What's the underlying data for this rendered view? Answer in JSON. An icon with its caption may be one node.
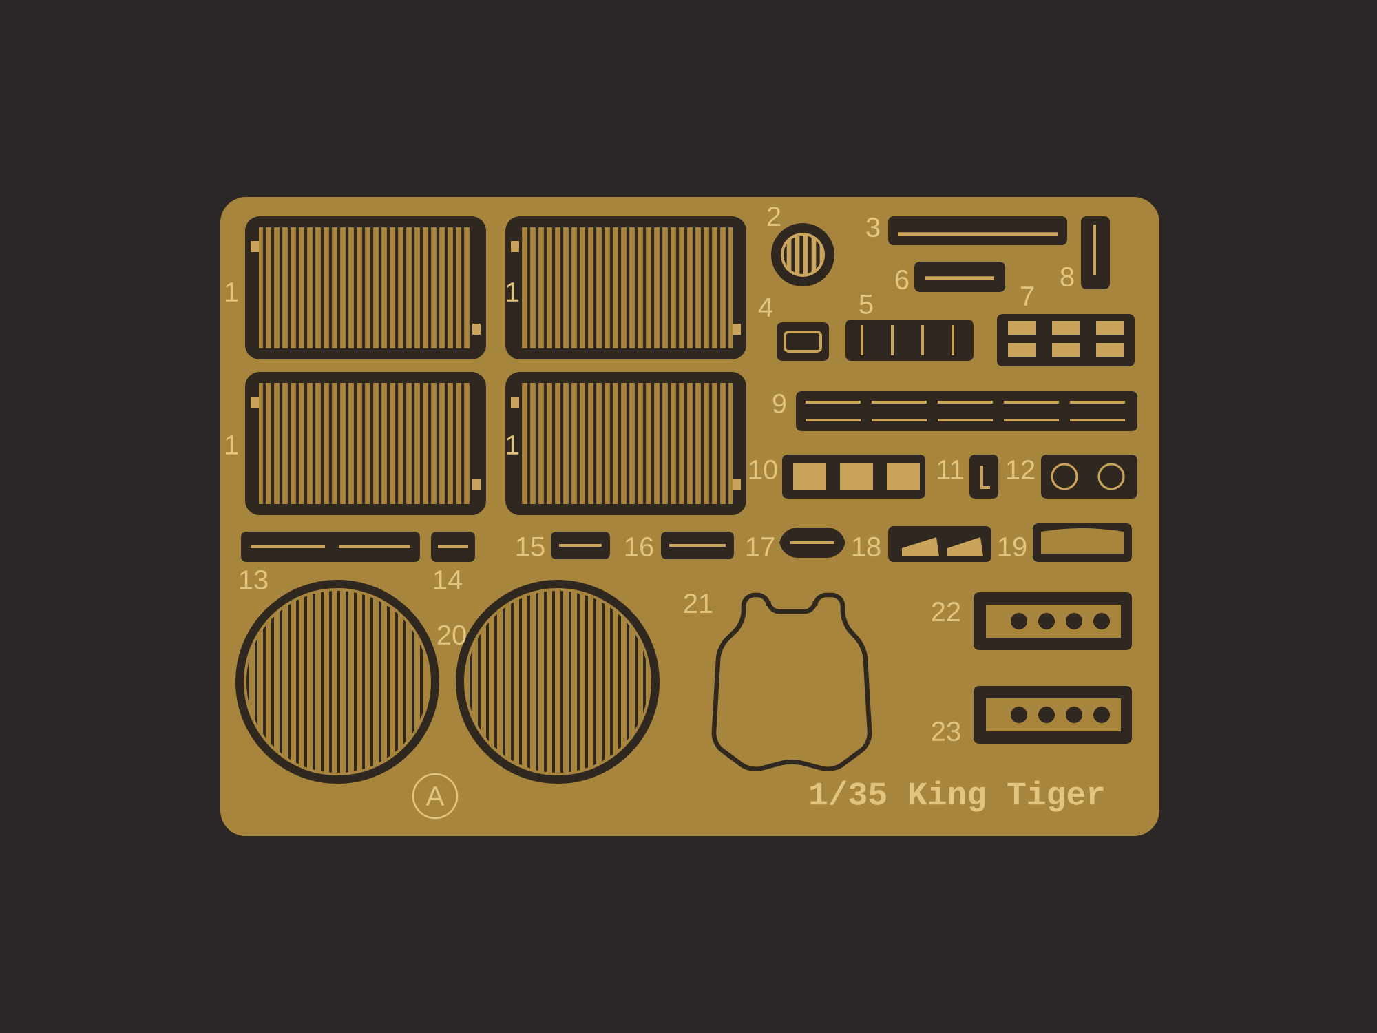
{
  "diagram": {
    "labels": [
      "1",
      "1",
      "2",
      "3",
      "6",
      "8",
      "4",
      "5",
      "7",
      "9",
      "1",
      "1",
      "10",
      "11",
      "12",
      "15",
      "16",
      "17",
      "18",
      "19",
      "13",
      "14",
      "20",
      "21",
      "22",
      "23",
      "A",
      "1/35 King Tiger"
    ]
  }
}
